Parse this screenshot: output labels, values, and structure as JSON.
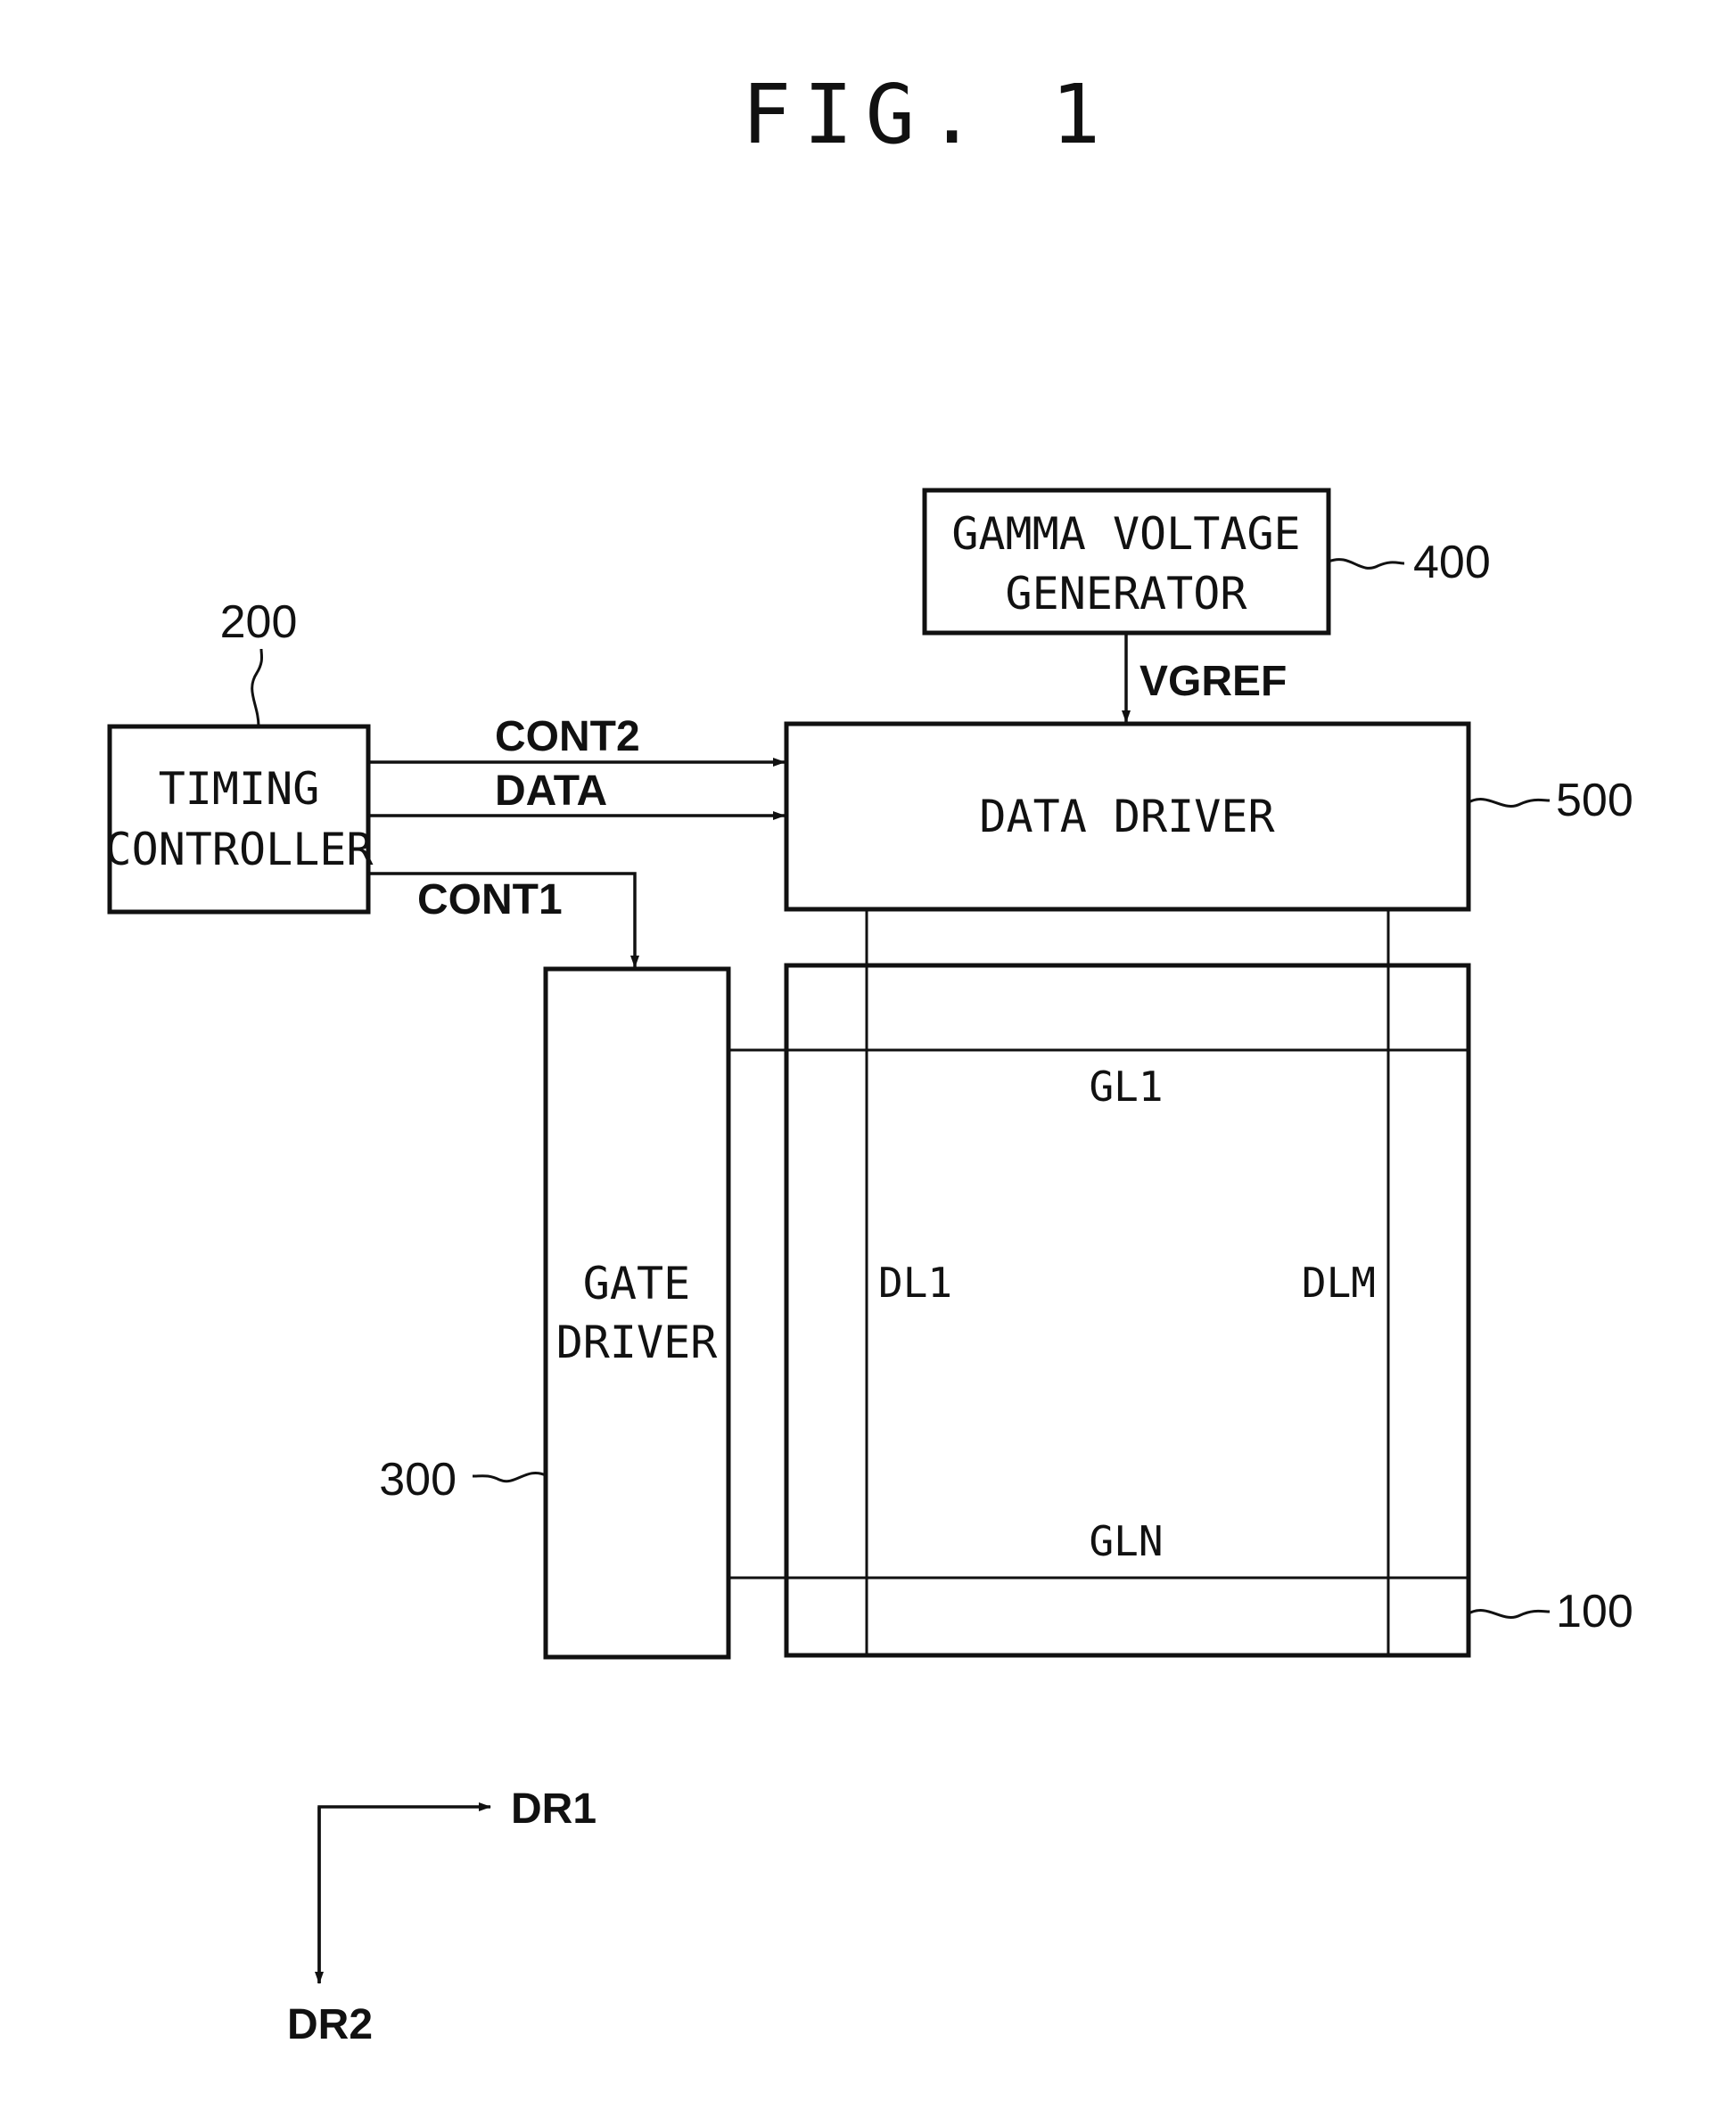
{
  "figure": {
    "title": "FIG. 1"
  },
  "blocks": {
    "timing_controller": {
      "line1": "TIMING",
      "line2": "CONTROLLER",
      "ref": "200"
    },
    "gamma_voltage_generator": {
      "line1": "GAMMA VOLTAGE",
      "line2": "GENERATOR",
      "ref": "400"
    },
    "data_driver": {
      "label": "DATA DRIVER",
      "ref": "500"
    },
    "gate_driver": {
      "line1": "GATE",
      "line2": "DRIVER",
      "ref": "300"
    },
    "display_panel": {
      "ref": "100"
    }
  },
  "signals": {
    "cont2": "CONT2",
    "data": "DATA",
    "cont1": "CONT1",
    "vgref": "VGREF"
  },
  "panel_lines": {
    "gl1": "GL1",
    "gln": "GLN",
    "dl1": "DL1",
    "dlm": "DLM"
  },
  "directions": {
    "dr1": "DR1",
    "dr2": "DR2"
  }
}
